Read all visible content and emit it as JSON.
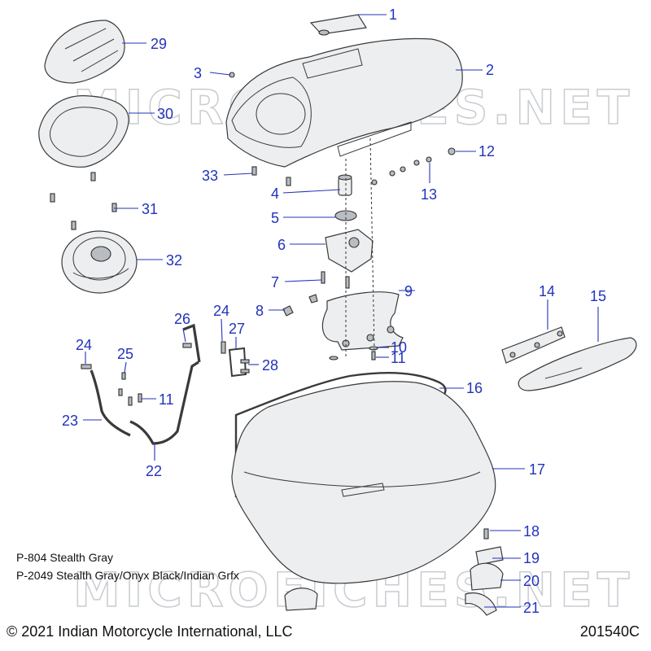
{
  "watermark": "MICROFICHES.NET",
  "callouts": {
    "c1": "1",
    "c2": "2",
    "c3": "3",
    "c4": "4",
    "c5": "5",
    "c6": "6",
    "c7": "7",
    "c8": "8",
    "c9": "9",
    "c10": "10",
    "c11a": "11",
    "c11b": "11",
    "c12": "12",
    "c13": "13",
    "c14": "14",
    "c15": "15",
    "c16": "16",
    "c17": "17",
    "c18": "18",
    "c19": "19",
    "c20": "20",
    "c21": "21",
    "c22": "22",
    "c23": "23",
    "c24a": "24",
    "c24b": "24",
    "c25": "25",
    "c26": "26",
    "c27": "27",
    "c28": "28",
    "c29": "29",
    "c30": "30",
    "c31": "31",
    "c32": "32",
    "c33": "33"
  },
  "notes": [
    "P-804 Stealth Gray",
    "P-2049 Stealth Gray/Onyx Black/Indian Grfx"
  ],
  "footer": {
    "copyright": "© 2021 Indian Motorcycle International, LLC",
    "diagram_id": "201540C"
  },
  "colors": {
    "callout": "#2233bb",
    "watermark": "#c9ccd0",
    "part_fill": "#eceef0"
  }
}
